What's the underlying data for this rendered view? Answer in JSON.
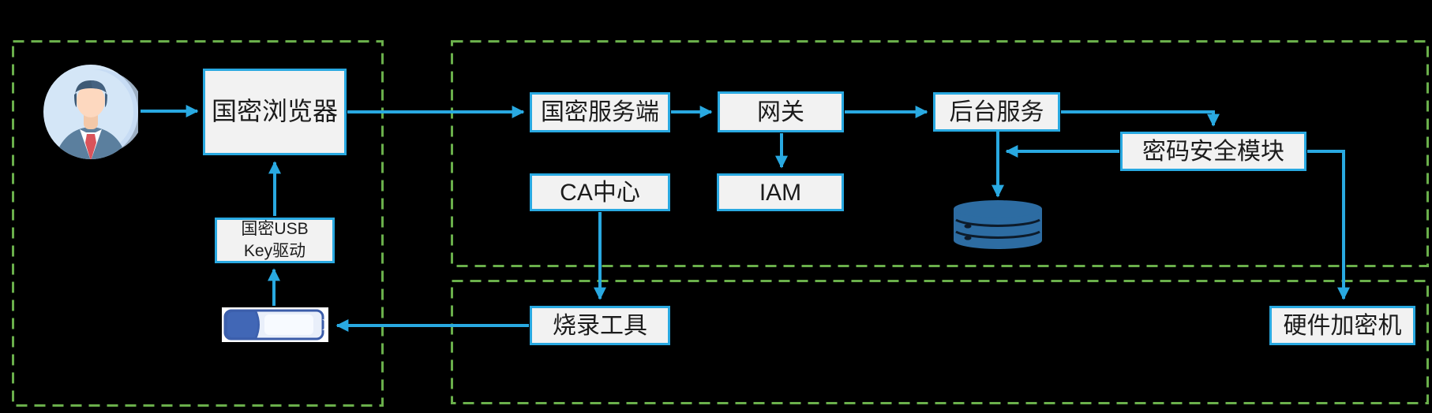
{
  "diagram": {
    "type": "flow-diagram",
    "background_color": "#000000",
    "zone_border_color": "#6aaf4b",
    "arrow_color": "#29a9e1",
    "node_fill_color": "#f2f2f2",
    "node_border_color": "#29a9e1",
    "node_text_color": "#1c1c1c",
    "database_icon_color": "#2d6ca2",
    "zones": [
      {
        "id": "client_zone",
        "label": ""
      },
      {
        "id": "server_zone_top",
        "label": ""
      },
      {
        "id": "server_zone_bottom",
        "label": ""
      }
    ],
    "nodes": {
      "user": {
        "icon": "user-avatar-icon",
        "label": ""
      },
      "browser": {
        "label": "国密浏览器"
      },
      "usb_key_driver": {
        "label_line1": "国密USB",
        "label_line2": "Key驱动"
      },
      "usb_key": {
        "icon": "usb-key-icon",
        "label": ""
      },
      "gm_server": {
        "label": "国密服务端"
      },
      "gateway": {
        "label": "网关"
      },
      "backend": {
        "label": "后台服务"
      },
      "security_module": {
        "label": "密码安全模块"
      },
      "ca_center": {
        "label": "CA中心"
      },
      "iam": {
        "label": "IAM"
      },
      "database": {
        "icon": "database-icon",
        "label": ""
      },
      "burn_tool": {
        "label": "烧录工具"
      },
      "hsm": {
        "label": "硬件加密机"
      }
    },
    "edges": [
      {
        "from": "user",
        "to": "browser"
      },
      {
        "from": "browser",
        "to": "gm_server"
      },
      {
        "from": "usb_key_driver",
        "to": "browser"
      },
      {
        "from": "usb_key",
        "to": "usb_key_driver"
      },
      {
        "from": "gm_server",
        "to": "gateway"
      },
      {
        "from": "gateway",
        "to": "backend"
      },
      {
        "from": "gateway",
        "to": "iam"
      },
      {
        "from": "ca_center",
        "to": "burn_tool"
      },
      {
        "from": "backend",
        "to": "security_module"
      },
      {
        "from": "security_module",
        "to": "backend"
      },
      {
        "from": "backend",
        "to": "database"
      },
      {
        "from": "security_module",
        "to": "hsm"
      },
      {
        "from": "burn_tool",
        "to": "usb_key"
      }
    ]
  }
}
